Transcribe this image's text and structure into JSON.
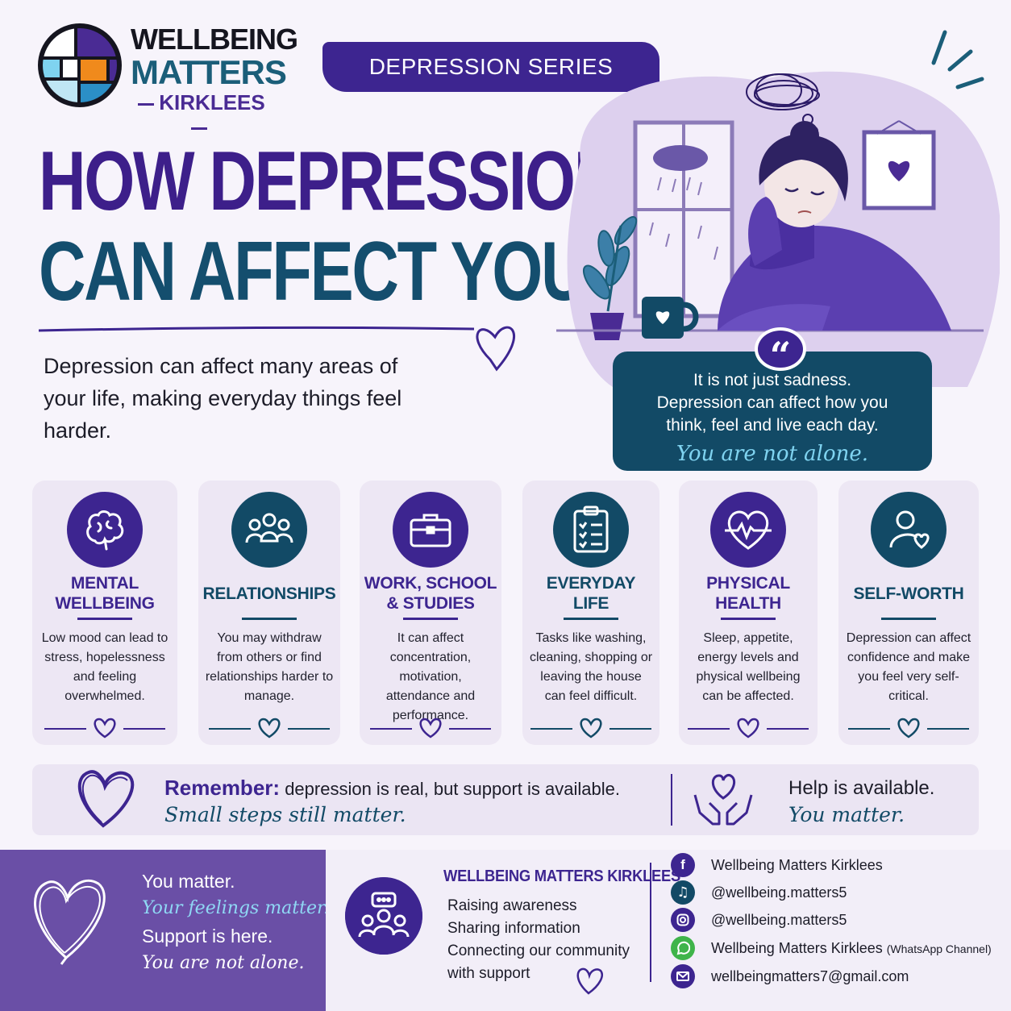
{
  "brand": {
    "line1": "WELLBEING",
    "line2": "MATTERS",
    "line3": "KIRKLEES"
  },
  "series_label": "DEPRESSION SERIES",
  "title": {
    "line1": "HOW DEPRESSION",
    "line2": "CAN AFFECT YOU"
  },
  "intro": "Depression can affect many areas of your life, making everyday things feel harder.",
  "quote": {
    "line1": "It is not just sadness.",
    "line2": "Depression can affect how you",
    "line3": "think, feel and live each day.",
    "accent": "You are not alone."
  },
  "cards": [
    {
      "icon": "brain-icon",
      "title_l1": "MENTAL",
      "title_l2": "WELLBEING",
      "body": "Low mood can lead to stress, hopelessness and feeling overwhelmed.",
      "color": "#3d2590"
    },
    {
      "icon": "people-icon",
      "title_l1": "RELATIONSHIPS",
      "title_l2": "",
      "body": "You may withdraw from others or find relationships harder to manage.",
      "color": "#124a66"
    },
    {
      "icon": "briefcase-icon",
      "title_l1": "WORK, SCHOOL",
      "title_l2": "& STUDIES",
      "body": "It can affect concentration, motivation, attendance and performance.",
      "color": "#3d2590"
    },
    {
      "icon": "clipboard-icon",
      "title_l1": "EVERYDAY",
      "title_l2": "LIFE",
      "body": "Tasks like washing, cleaning, shopping or leaving the house can feel difficult.",
      "color": "#124a66"
    },
    {
      "icon": "heartbeat-icon",
      "title_l1": "PHYSICAL",
      "title_l2": "HEALTH",
      "body": "Sleep, appetite, energy levels and physical wellbeing can be affected.",
      "color": "#3d2590"
    },
    {
      "icon": "person-heart-icon",
      "title_l1": "SELF-WORTH",
      "title_l2": "",
      "body": "Depression can affect confidence and make you feel very self-critical.",
      "color": "#124a66"
    }
  ],
  "remember": {
    "label": "Remember:",
    "text": "depression is real, but support is available.",
    "accent": "Small steps still matter."
  },
  "help": {
    "line1": "Help is available.",
    "line2": "You matter."
  },
  "footer_message": {
    "line1": "You matter.",
    "line2": "Your feelings matter.",
    "line3": "Support is here.",
    "line4": "You are not alone."
  },
  "org": {
    "name": "WELLBEING MATTERS KIRKLEES",
    "items": [
      "Raising awareness",
      "Sharing information",
      "Connecting our community",
      "with support"
    ]
  },
  "contacts": [
    {
      "icon": "facebook-icon",
      "text": "Wellbeing Matters Kirklees",
      "note": "",
      "color": "#3d2590"
    },
    {
      "icon": "tiktok-icon",
      "text": "@wellbeing.matters5",
      "note": "",
      "color": "#124a66"
    },
    {
      "icon": "instagram-icon",
      "text": "@wellbeing.matters5",
      "note": "",
      "color": "#3d2590"
    },
    {
      "icon": "whatsapp-icon",
      "text": "Wellbeing Matters Kirklees",
      "note": "(WhatsApp Channel)",
      "color": "#3fb44a"
    },
    {
      "icon": "email-icon",
      "text": "wellbeingmatters7@gmail.com",
      "note": "",
      "color": "#3d2590"
    }
  ],
  "colors": {
    "purple": "#3d2590",
    "teal": "#124a66",
    "card_bg": "#ede7f4",
    "footer_purple": "#6a4fa6"
  }
}
